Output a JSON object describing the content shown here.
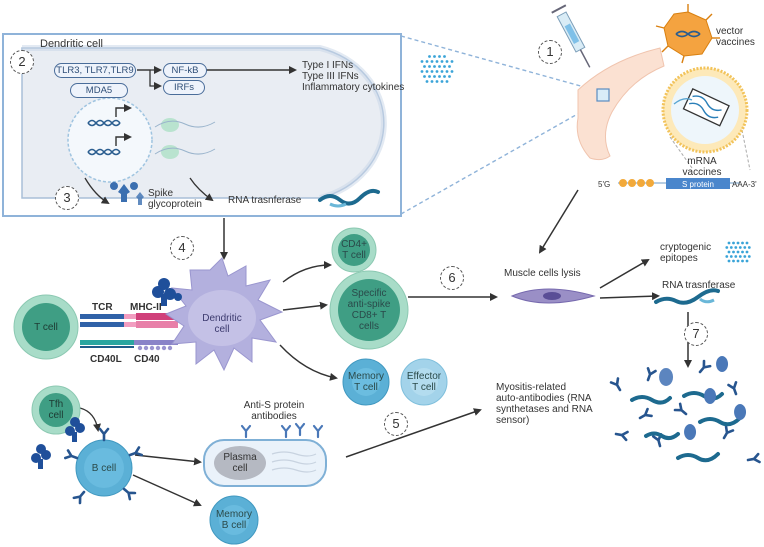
{
  "steps": [
    "1",
    "2",
    "3",
    "4",
    "5",
    "6",
    "7"
  ],
  "dendritic_panel": {
    "title": "Dendritic cell",
    "receptors": "TLR3, TLR7,TLR9",
    "mda5": "MDA5",
    "nfkb": "NF-kB",
    "irfs": "IRFs",
    "outputs": [
      "Type I IFNs",
      "Type III IFNs",
      "Inflammatory cytokines"
    ],
    "spike": [
      "Spike",
      "glycoprotein"
    ],
    "rna_transferase": "RNA trasnferase"
  },
  "vaccines": {
    "vector": [
      "vector",
      "vaccines"
    ],
    "mrna": [
      "mRNA",
      "vaccines"
    ],
    "five_prime": "5'G",
    "s_protein": "S protein",
    "three_prime": "AAA-3'"
  },
  "cells": {
    "cd4": [
      "CD4+",
      "T cell"
    ],
    "cd8": [
      "Specific",
      "anti-spike",
      "CD8+ T",
      "cells"
    ],
    "memory_t": [
      "Memory",
      "T cell"
    ],
    "effector_t": [
      "Effector",
      "T cell"
    ],
    "t_cell": "T cell",
    "dendritic": [
      "Dendritic",
      "cell"
    ],
    "tfh": [
      "Tfh",
      "cell"
    ],
    "b_cell": "B cell",
    "plasma": [
      "Plasma",
      "cell"
    ],
    "memory_b": [
      "Memory",
      "B cell"
    ]
  },
  "receptors": {
    "tcr": "TCR",
    "mhc": "MHC-II",
    "cd40l": "CD40L",
    "cd40": "CD40"
  },
  "antibodies_label": [
    "Anti-S protein",
    "antibodies"
  ],
  "muscle_lysis": "Muscle cells lysis",
  "cryptogenic": [
    "cryptogenic",
    "epitopes"
  ],
  "rna_transferase_right": "RNA trasnferase",
  "myositis": [
    "Myositis-related",
    "auto-antibodies (RNA",
    "synthetases and RNA",
    "sensor)"
  ],
  "colors": {
    "panel_bg": "#e9edf3",
    "panel_border": "#8fb3d9",
    "teal_cell": "#3f9e84",
    "light_teal": "#a8dcc8",
    "blue_cell": "#6fb5d5",
    "dendritic": "#b3b0de",
    "antibody": "#4a78b8",
    "arrow": "#333333"
  }
}
